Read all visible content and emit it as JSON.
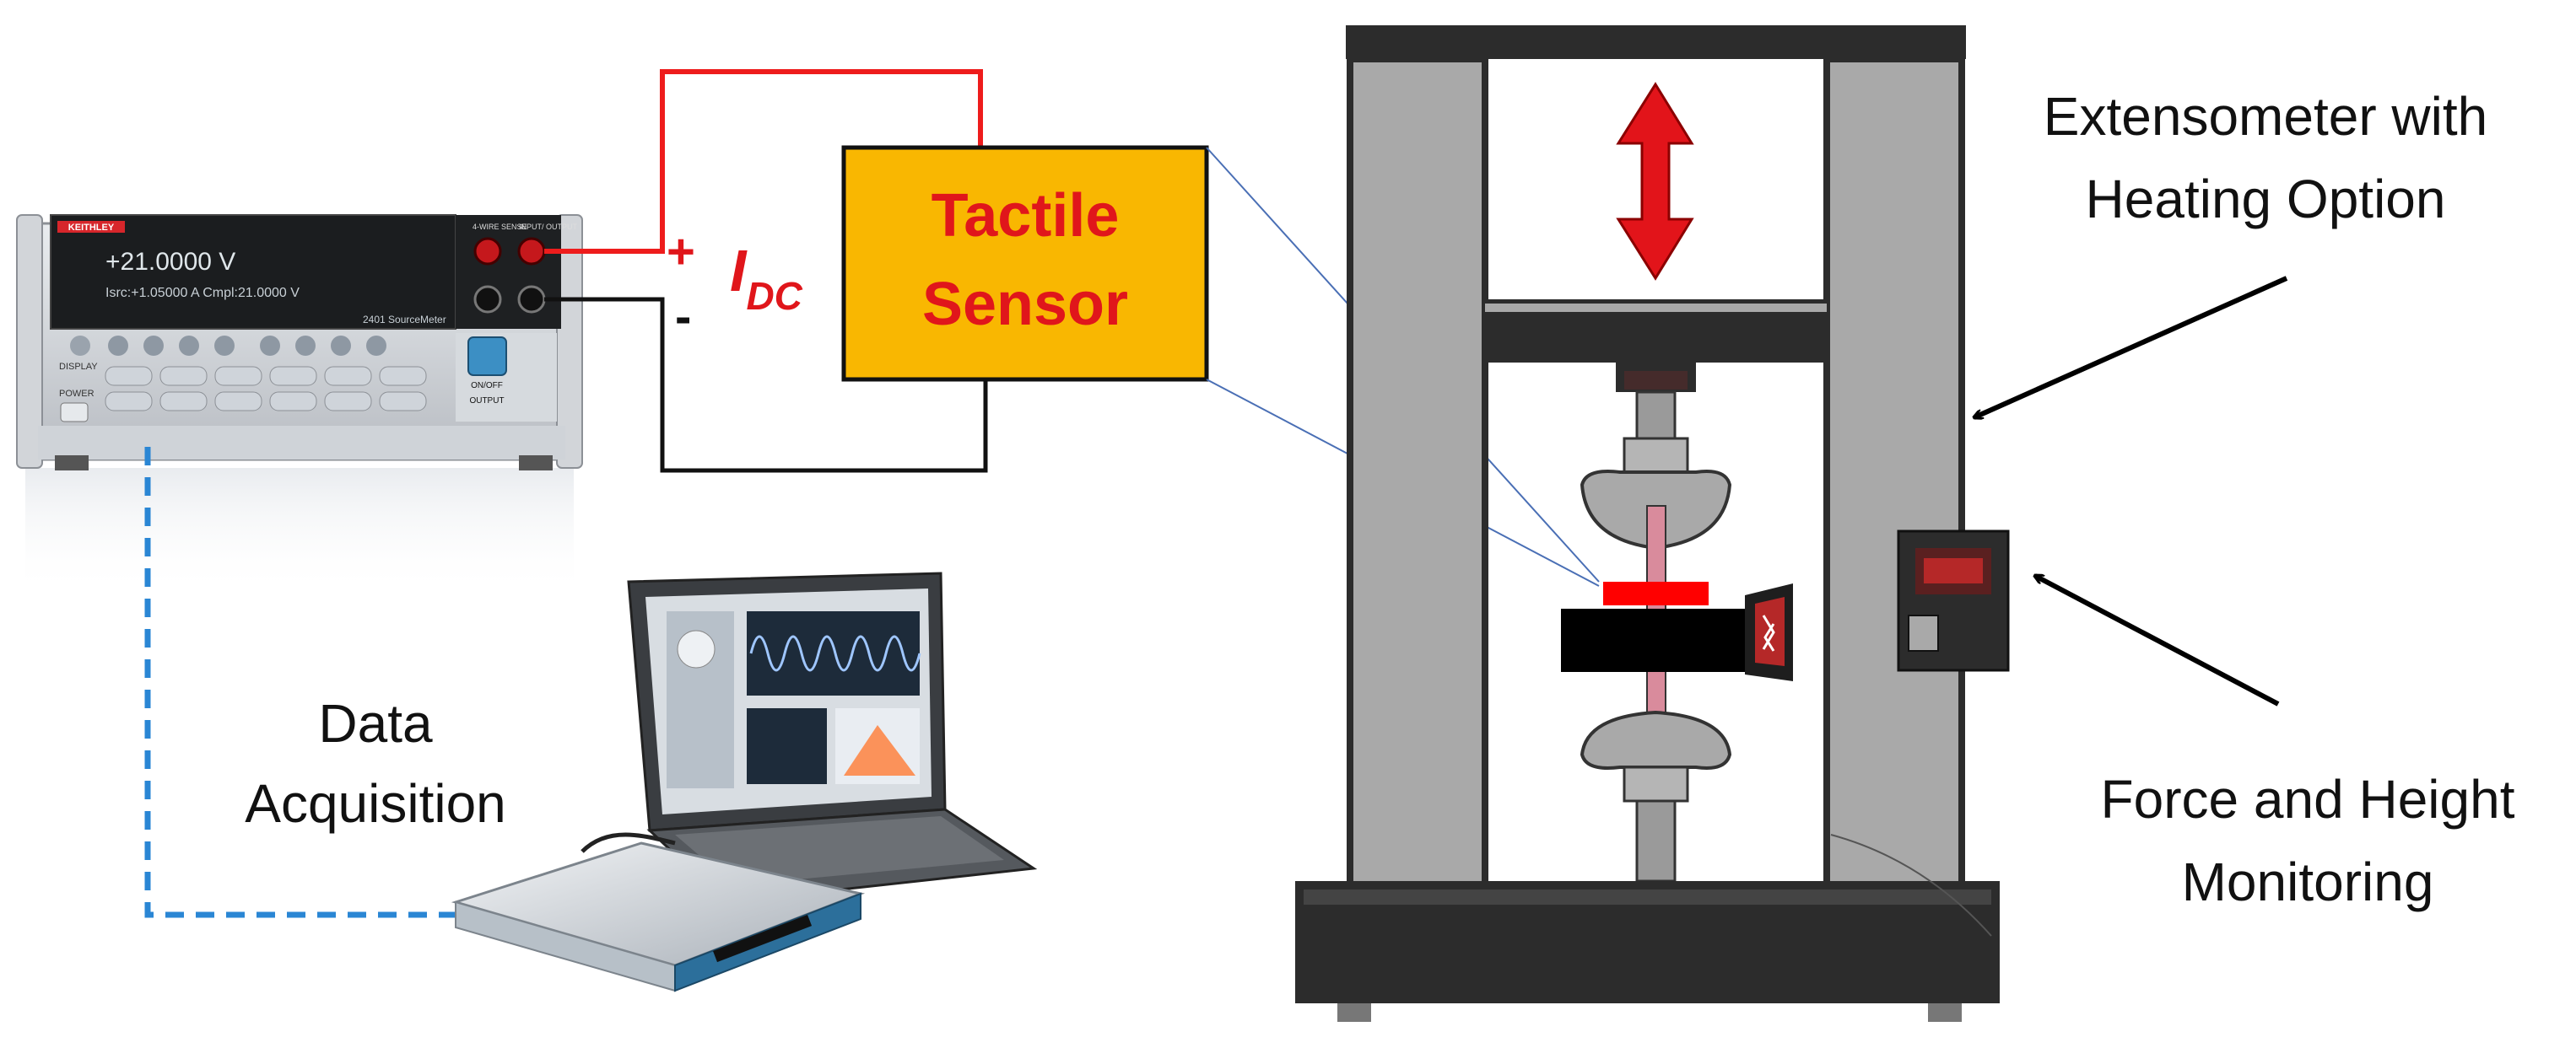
{
  "smu": {
    "brand": "KEITHLEY",
    "display_main": "+21.0000 V",
    "display_sub": "Isrc:+1.05000 A   Cmpl:21.0000 V",
    "model": "2401 SourceMeter",
    "panel_labels": {
      "four_wire_sense": "4-WIRE SENSE",
      "input_output": "INPUT/ OUTPUT",
      "on_off": "ON/OFF",
      "output": "OUTPUT",
      "power": "POWER",
      "display": "DISPLAY"
    }
  },
  "circuit": {
    "plus": "+",
    "minus": "-",
    "current_symbol": "I",
    "current_subscript": "DC"
  },
  "sensor": {
    "line1": "Tactile",
    "line2": "Sensor"
  },
  "daq": {
    "line1": "Data",
    "line2": "Acquisition"
  },
  "labels": {
    "extensometer_line1": "Extensometer with",
    "extensometer_line2": "Heating Option",
    "force_line1": "Force and Height",
    "force_line2": "Monitoring"
  },
  "colors": {
    "red_wire": "#ee1c1c",
    "sensor_fill": "#f9b701",
    "sensor_text": "#e0161b",
    "frame_gray": "#a9a9a9",
    "frame_dark": "#2c2c2c",
    "dashed_link": "#2a86d4"
  }
}
